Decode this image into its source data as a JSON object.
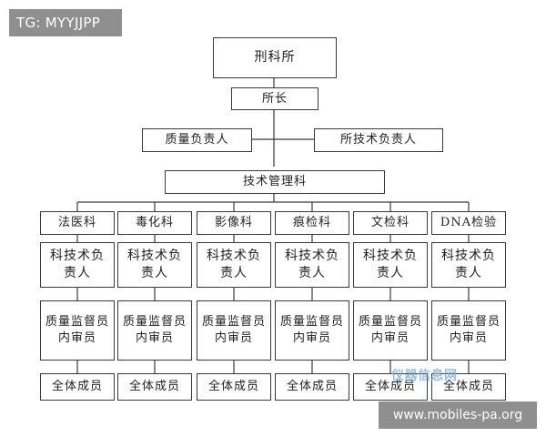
{
  "overlay": {
    "tag": "TG: MYYJJPP",
    "footer": "www.mobiles-pa.org",
    "watermark": "仪器信息网"
  },
  "org": {
    "root": "刑科所",
    "head": "所长",
    "quality_lead": "质量负责人",
    "tech_lead": "所技术负责人",
    "management": "技术管理科",
    "departments": [
      {
        "name": "法医科",
        "tech": "科技术负\n责人",
        "qa": "质量监督员\n内审员",
        "staff": "全体成员"
      },
      {
        "name": "毒化科",
        "tech": "科技术负\n责人",
        "qa": "质量监督员\n内审员",
        "staff": "全体成员"
      },
      {
        "name": "影像科",
        "tech": "科技术负\n责人",
        "qa": "质量监督员\n内审员",
        "staff": "全体成员"
      },
      {
        "name": "痕检科",
        "tech": "科技术负\n责人",
        "qa": "质量监督员\n内审员",
        "staff": "全体成员"
      },
      {
        "name": "文检科",
        "tech": "科技术负\n责人",
        "qa": "质量监督员\n内审员",
        "staff": "全体成员"
      },
      {
        "name": "DNA检验",
        "tech": "科技术负\n责人",
        "qa": "质量监督员\n内审员",
        "staff": "全体成员"
      }
    ]
  },
  "colors": {
    "border": "#3a3a3a",
    "overlay_bg": "#8f8f8f"
  }
}
